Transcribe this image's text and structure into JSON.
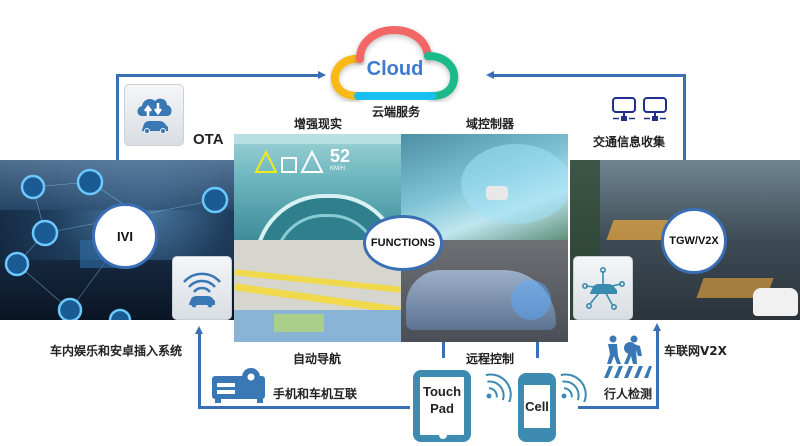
{
  "cloud": {
    "label": "Cloud",
    "caption": "云端服务",
    "colors": {
      "red": "#f26666",
      "yellow": "#f9b914",
      "green": "#1eb98a",
      "blue": "#17bff2",
      "text": "#3d7bd1"
    }
  },
  "top_left": {
    "ota_label": "OTA",
    "ar_label": "增强现实"
  },
  "top_right": {
    "domain_ctrl_label": "域控制器",
    "traffic_label": "交通信息收集"
  },
  "center": {
    "functions_label": "FUNCTIONS",
    "hud": {
      "speed": "52",
      "unit": "KM/H"
    },
    "nav_label": "自动导航",
    "remote_label": "远程控制"
  },
  "left": {
    "ivi_label": "IVI",
    "ivi_caption": "车内娱乐和安卓插入系统",
    "phone_link_label": "手机和车机互联"
  },
  "right": {
    "tgw_label": "TGW/V2X",
    "v2x_caption": "车联网V2X",
    "pedestrian_label": "行人检测"
  },
  "devices": {
    "touchpad_line1": "Touch",
    "touchpad_line2": "Pad",
    "cell_label": "Cell"
  },
  "colors": {
    "accent_line": "#3a6fb5",
    "device_frame": "#3d8bb0",
    "icon_blue": "#3a78b5",
    "icon_navy": "#1f2f8a"
  }
}
